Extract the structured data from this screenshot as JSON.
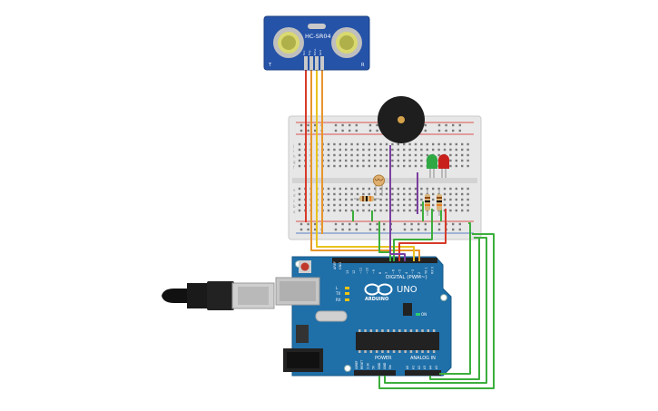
{
  "sensor": {
    "model_label": "HC-SR04",
    "left_mark": "T",
    "right_mark": "R",
    "pins": [
      "Vcc",
      "Trig",
      "Echo",
      "Gnd"
    ]
  },
  "arduino": {
    "logo_text": "ARDUINO",
    "uno_label": "UNO",
    "digital_label": "DIGITAL (PWM~)",
    "power_label": "POWER",
    "analog_label": "ANALOG IN",
    "tx_label": "TX",
    "rx_label": "RX",
    "l_label": "L",
    "on_label": "ON",
    "aref_label": "AREF",
    "gnd_label": "GND",
    "digital_pins": [
      "13",
      "12",
      "~11",
      "~10",
      "~9",
      "8",
      "7",
      "~6",
      "~5",
      "4",
      "~3",
      "2",
      "TX 1",
      "RX 0"
    ],
    "power_pins": [
      "IOREF",
      "RESET",
      "3.3V",
      "5V",
      "GND",
      "GND",
      "Vin"
    ],
    "analog_pins": [
      "A0",
      "A1",
      "A2",
      "A3",
      "A4",
      "A5"
    ]
  },
  "breadboard": {
    "row_letters_top": [
      "j",
      "i",
      "h",
      "g",
      "f"
    ],
    "row_letters_bottom": [
      "e",
      "d",
      "c",
      "b",
      "a"
    ]
  },
  "colors": {
    "board": "#1f6fa8",
    "sensor_board": "#2553a8",
    "wire_red": "#d63a2a",
    "wire_orange": "#e8952b",
    "wire_yellow": "#e8c21e",
    "wire_green": "#3cae3c",
    "wire_purple": "#7b3fa0",
    "led_green": "#2fa844",
    "led_red": "#c8211b"
  }
}
